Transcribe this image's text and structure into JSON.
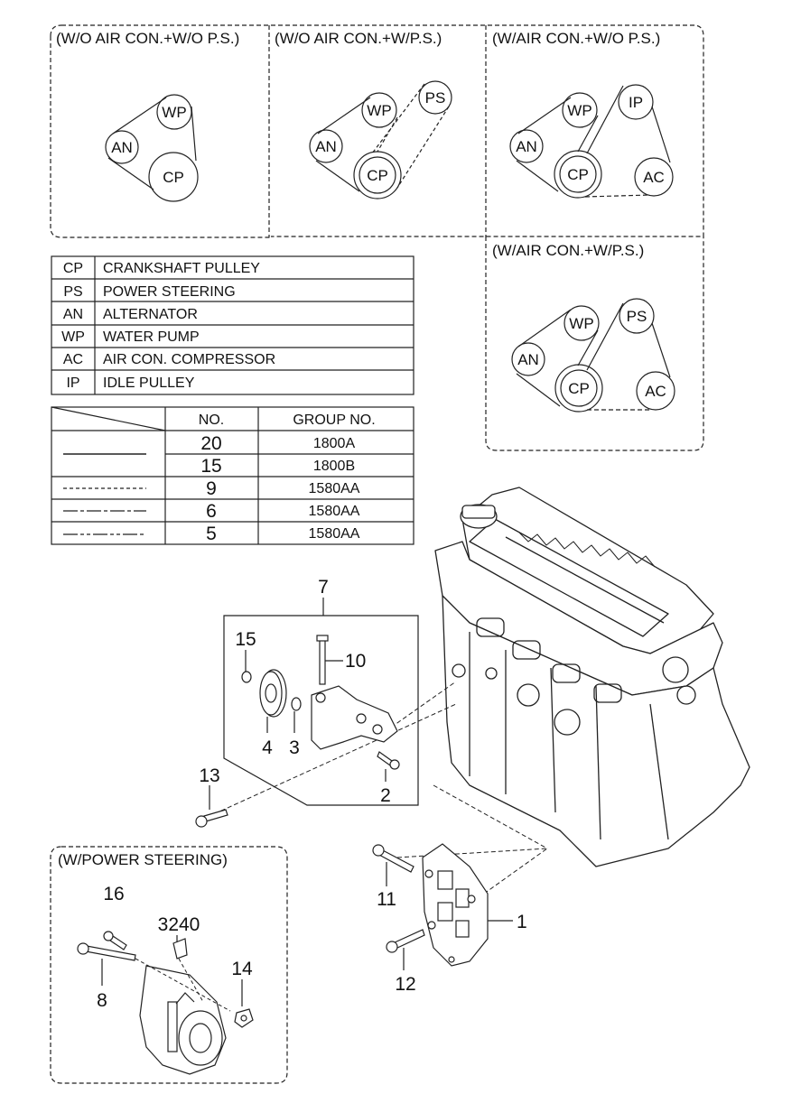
{
  "belt_layouts": [
    {
      "title": "(W/O AIR CON.+W/O P.S.)",
      "pulleys": [
        "WP",
        "AN",
        "CP"
      ]
    },
    {
      "title": "(W/O AIR CON.+W/P.S.)",
      "pulleys": [
        "WP",
        "PS",
        "AN",
        "CP"
      ]
    },
    {
      "title": "(W/AIR CON.+W/O P.S.)",
      "pulleys": [
        "WP",
        "IP",
        "AN",
        "CP",
        "AC"
      ]
    },
    {
      "title": "(W/AIR CON.+W/P.S.)",
      "pulleys": [
        "WP",
        "PS",
        "AN",
        "CP",
        "AC"
      ]
    }
  ],
  "legend": [
    {
      "code": "CP",
      "name": "CRANKSHAFT  PULLEY"
    },
    {
      "code": "PS",
      "name": "POWER  STEERING"
    },
    {
      "code": "AN",
      "name": "ALTERNATOR"
    },
    {
      "code": "WP",
      "name": "WATER  PUMP"
    },
    {
      "code": "AC",
      "name": "AIR  CON.  COMPRESSOR"
    },
    {
      "code": "IP",
      "name": "IDLE  PULLEY"
    }
  ],
  "group_table": {
    "headers": [
      "NO.",
      "GROUP NO."
    ],
    "rows": [
      {
        "no": "20",
        "group": "1800A"
      },
      {
        "no": "15",
        "group": "1800B"
      },
      {
        "no": "9",
        "group": "1580AA"
      },
      {
        "no": "6",
        "group": "1580AA"
      },
      {
        "no": "5",
        "group": "1580AA"
      }
    ]
  },
  "callouts": {
    "c7": "7",
    "c15": "15",
    "c10": "10",
    "c4": "4",
    "c3": "3",
    "c2": "2",
    "c13": "13",
    "c11": "11",
    "c12": "12",
    "c1": "1",
    "c16": "16",
    "c3240": "3240",
    "c14": "14",
    "c8": "8"
  },
  "power_steering_box_title": "(W/POWER STEERING)"
}
